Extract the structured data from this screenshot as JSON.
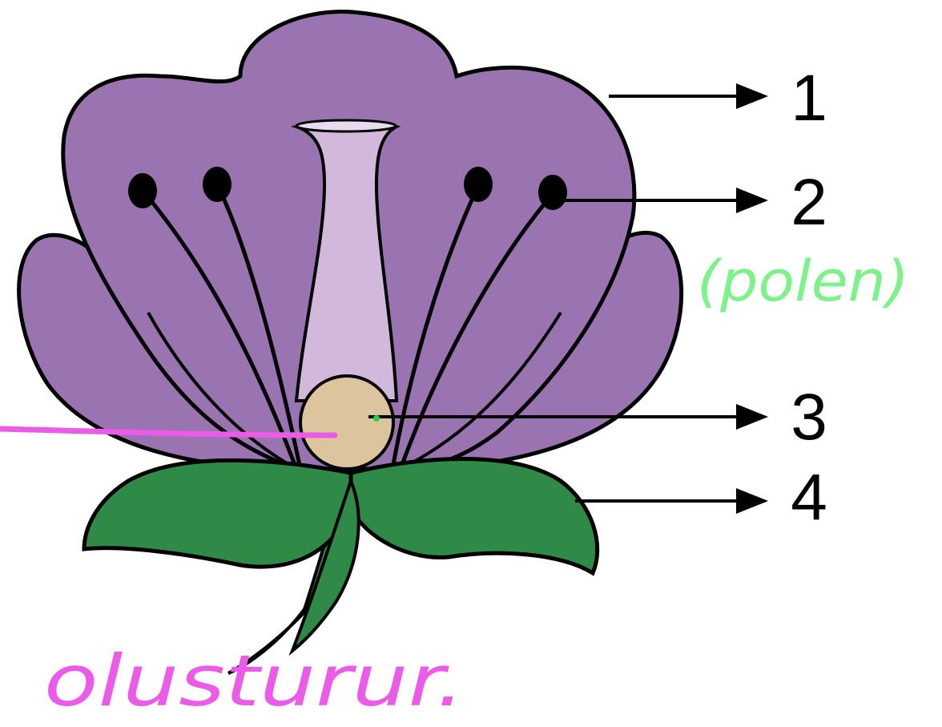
{
  "labels": {
    "label_1": "1",
    "label_2": "2",
    "label_3": "3",
    "label_4": "4"
  },
  "annotations": {
    "green_note": "(polen)",
    "pink_note": "olusturur."
  },
  "colors": {
    "petal": "#9a74b1",
    "petal_front": "#a07cb7",
    "pistil": "#d2b9dc",
    "ovary": "#dcc49e",
    "leaf": "#2f8a47",
    "outline": "#000000",
    "green_ink": "#7df28b",
    "pink_ink": "#ea5be8"
  }
}
